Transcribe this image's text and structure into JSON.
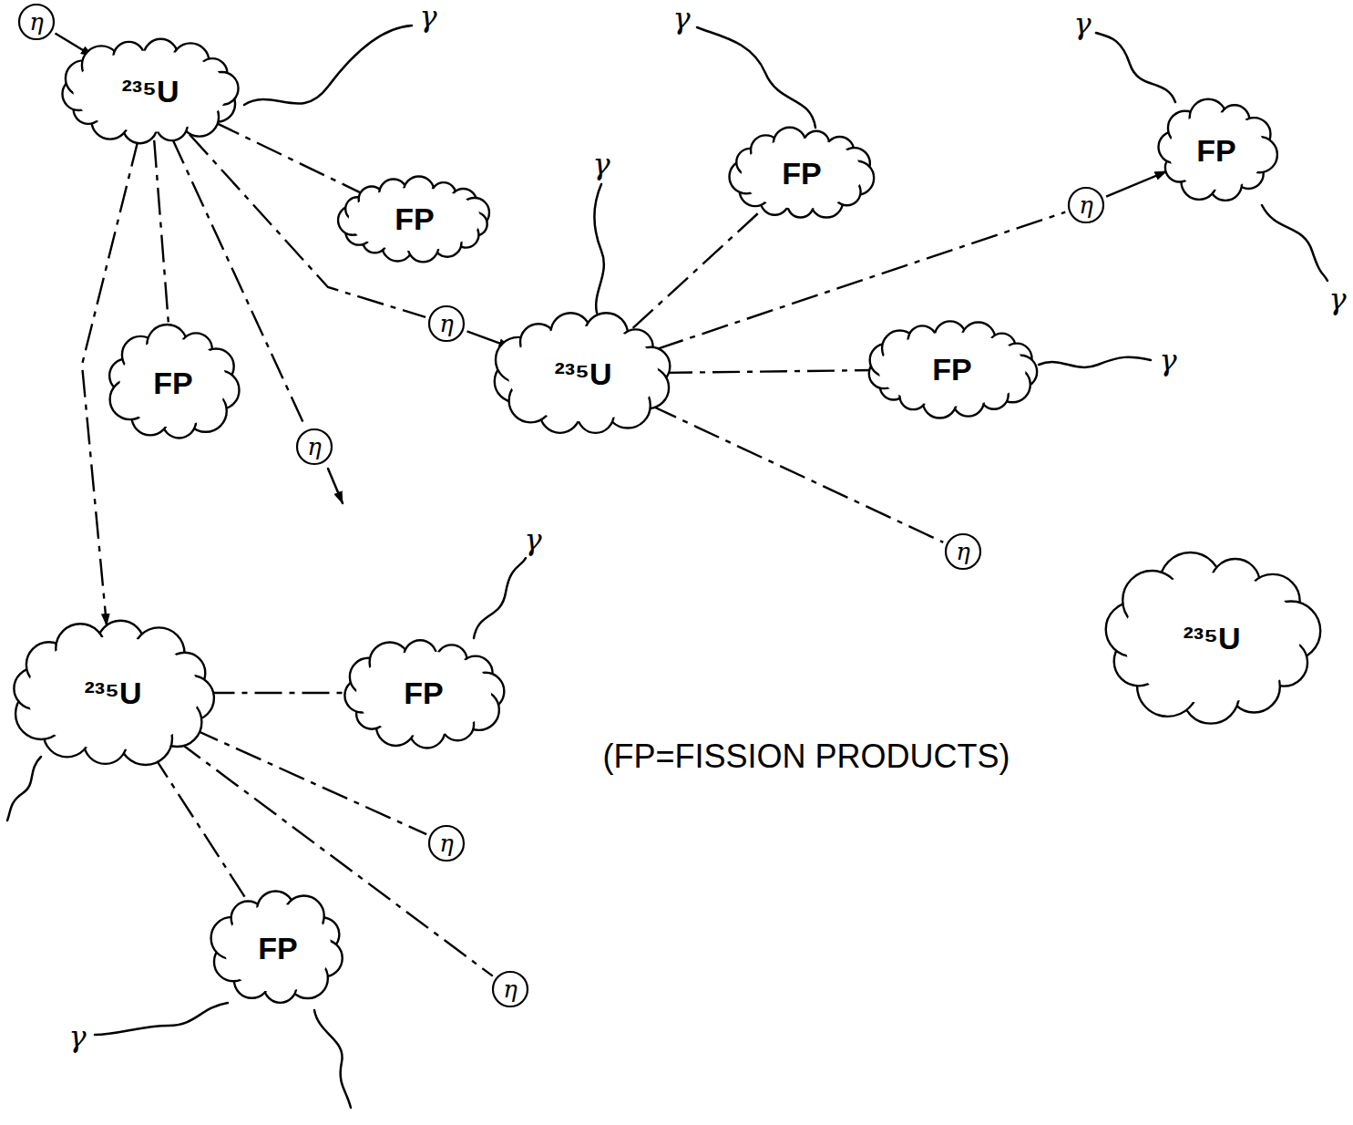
{
  "diagram": {
    "nodes": [
      {
        "text": [
          "η"
        ]
      },
      {
        "text": [
          "²³⁵U"
        ]
      },
      {
        "text": [
          "FP"
        ]
      },
      {
        "text": [
          "FP"
        ]
      },
      {
        "text": [
          "η"
        ]
      },
      {
        "text": [
          "FP"
        ]
      },
      {
        "text": [
          "η"
        ]
      },
      {
        "text": [
          "FP"
        ]
      },
      {
        "text": [
          "²³⁵U"
        ]
      },
      {
        "text": [
          "FP"
        ]
      },
      {
        "text": [
          "η"
        ]
      },
      {
        "text": [
          "η"
        ]
      },
      {
        "text": [
          "²³⁵U"
        ]
      },
      {
        "text": [
          "²³⁵U"
        ]
      },
      {
        "text": [
          "FP"
        ]
      },
      {
        "text": [
          "η"
        ]
      },
      {
        "text": [
          "FP"
        ]
      },
      {
        "text": [
          "η"
        ]
      }
    ],
    "edges": [
      {
        "from": 0,
        "to": 1,
        "arrow": "to"
      },
      {
        "from": 1,
        "to": 5,
        "arrow": "none"
      },
      {
        "from": 1,
        "to": 9,
        "arrow": "none"
      },
      {
        "from": 1,
        "to": 10,
        "arrow": "none"
      },
      {
        "from": 1,
        "to": 6,
        "arrow": "none"
      },
      {
        "from": 1,
        "to": 13,
        "arrow": "to"
      },
      {
        "from": 6,
        "to": 8,
        "arrow": "to"
      },
      {
        "from": 8,
        "to": 3,
        "arrow": "none"
      },
      {
        "from": 8,
        "to": 4,
        "arrow": "none"
      },
      {
        "from": 8,
        "to": 7,
        "arrow": "none"
      },
      {
        "from": 8,
        "to": 11,
        "arrow": "none"
      },
      {
        "from": 4,
        "to": 2,
        "arrow": "to"
      },
      {
        "from": 13,
        "to": 14,
        "arrow": "none"
      },
      {
        "from": 13,
        "to": 15,
        "arrow": "none"
      },
      {
        "from": 13,
        "to": 16,
        "arrow": "none"
      },
      {
        "from": 13,
        "to": 17,
        "arrow": "none"
      }
    ],
    "labels": [
      "γ",
      "γ",
      "γ",
      "γ",
      "γ",
      "γ",
      "γ",
      "(FP=FISSION PRODUCTS)",
      "γ"
    ]
  }
}
